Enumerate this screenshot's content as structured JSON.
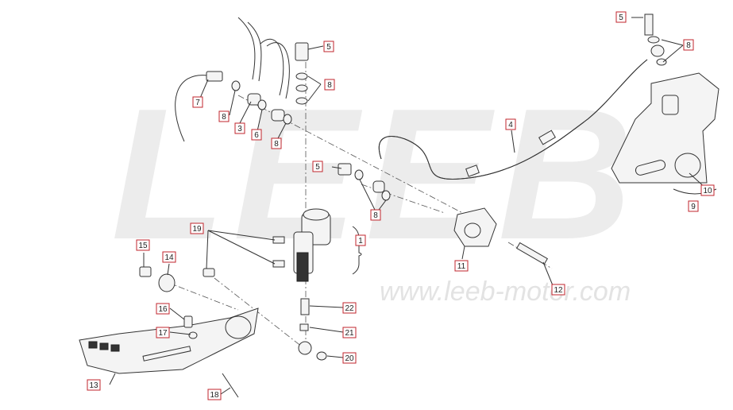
{
  "watermark": {
    "brand": "LEEB",
    "url": "www.leeb-motor.com"
  },
  "colors": {
    "callout_border": "#c0262d",
    "ink": "#333333",
    "watermark": "#ececec"
  },
  "callouts": [
    {
      "id": "c1",
      "label": "1"
    },
    {
      "id": "c3",
      "label": "3"
    },
    {
      "id": "c4",
      "label": "4"
    },
    {
      "id": "c5a",
      "label": "5"
    },
    {
      "id": "c5b",
      "label": "5"
    },
    {
      "id": "c5c",
      "label": "5"
    },
    {
      "id": "c6",
      "label": "6"
    },
    {
      "id": "c7",
      "label": "7"
    },
    {
      "id": "c8a",
      "label": "8"
    },
    {
      "id": "c8b",
      "label": "8"
    },
    {
      "id": "c8c",
      "label": "8"
    },
    {
      "id": "c8d",
      "label": "8"
    },
    {
      "id": "c8e",
      "label": "8"
    },
    {
      "id": "c9",
      "label": "9"
    },
    {
      "id": "c10",
      "label": "10"
    },
    {
      "id": "c11",
      "label": "11"
    },
    {
      "id": "c12",
      "label": "12"
    },
    {
      "id": "c13",
      "label": "13"
    },
    {
      "id": "c14",
      "label": "14"
    },
    {
      "id": "c15",
      "label": "15"
    },
    {
      "id": "c16",
      "label": "16"
    },
    {
      "id": "c17",
      "label": "17"
    },
    {
      "id": "c18",
      "label": "18"
    },
    {
      "id": "c19",
      "label": "19"
    },
    {
      "id": "c20",
      "label": "20"
    },
    {
      "id": "c21",
      "label": "21"
    },
    {
      "id": "c22",
      "label": "22"
    }
  ]
}
